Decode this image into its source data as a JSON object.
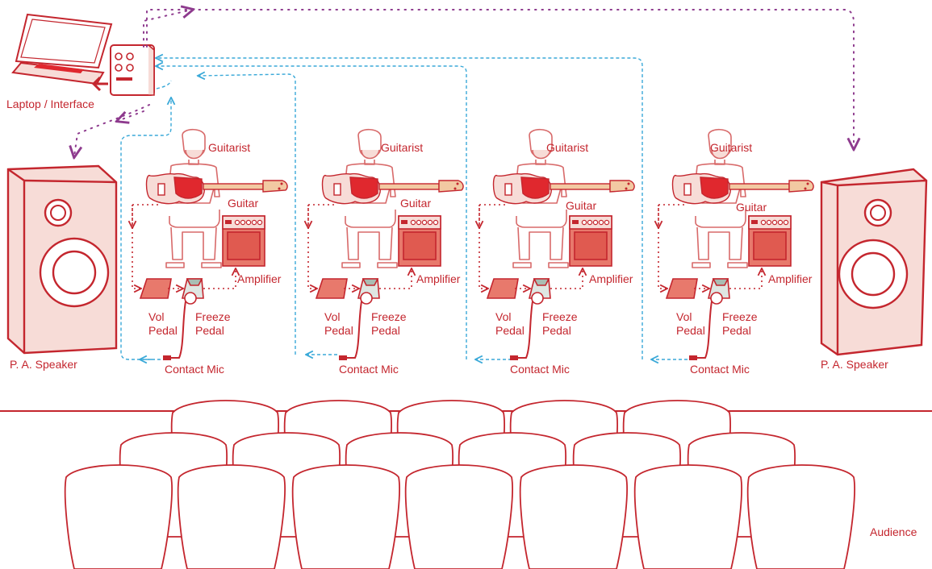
{
  "labels": {
    "laptop": "Laptop / Interface",
    "pa_left": "P. A. Speaker",
    "pa_right": "P. A. Speaker",
    "audience": "Audience",
    "guitarist": "Guitarist",
    "guitar": "Guitar",
    "amplifier": "Amplifier",
    "vol": "Vol",
    "freeze": "Freeze",
    "pedal": "Pedal",
    "contact_mic": "Contact Mic"
  },
  "colors": {
    "red": "#c4262e",
    "red_fill": "#e05a50",
    "pink_fill": "#f7dcd7",
    "purple": "#8e3b8e",
    "blue": "#3aa9d8",
    "grey_fill": "#dfe6e2"
  }
}
